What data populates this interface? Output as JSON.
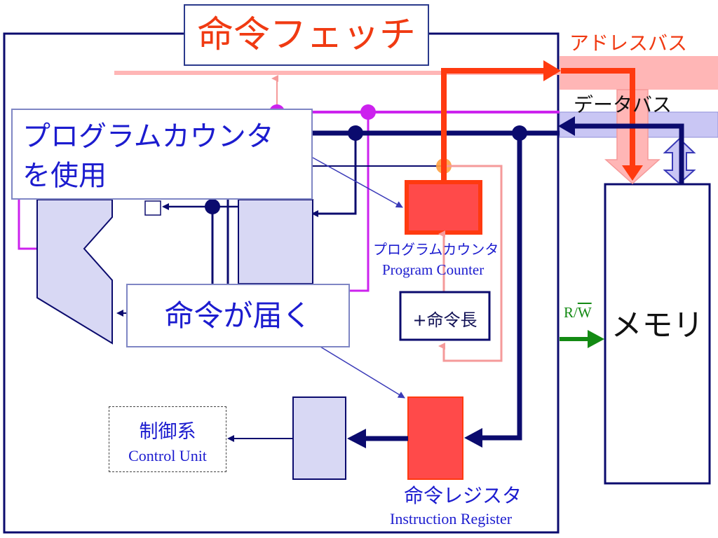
{
  "title": "命令フェッチ",
  "buses": {
    "address_bus": "アドレスバス",
    "data_bus": "データバス"
  },
  "callouts": {
    "use_program_counter_line1": "プログラムカウンタ",
    "use_program_counter_line2": "を使用",
    "instruction_arrives": "命令が届く"
  },
  "program_counter": {
    "label_jp": "プログラムカウンタ",
    "label_en": "Program Counter"
  },
  "increment_box": "+命令長",
  "instruction_register": {
    "label_jp": "命令レジスタ",
    "label_en": "Instruction Register"
  },
  "control_unit": {
    "label_jp": "制御系",
    "label_en": "Control Unit"
  },
  "memory": "メモリ",
  "rw_signal": {
    "r": "R/",
    "w": "W"
  },
  "colors": {
    "frame": "#0b0b6e",
    "address_bus": "#ffb6b6",
    "data_bus": "#c9c6f4",
    "fetch_arrow": "#ff3a10",
    "register_fill": "#ff4a4a",
    "purple_line": "#cc22ee",
    "unit_fill": "#d8d8f4",
    "rw_arrow": "#138a13"
  }
}
